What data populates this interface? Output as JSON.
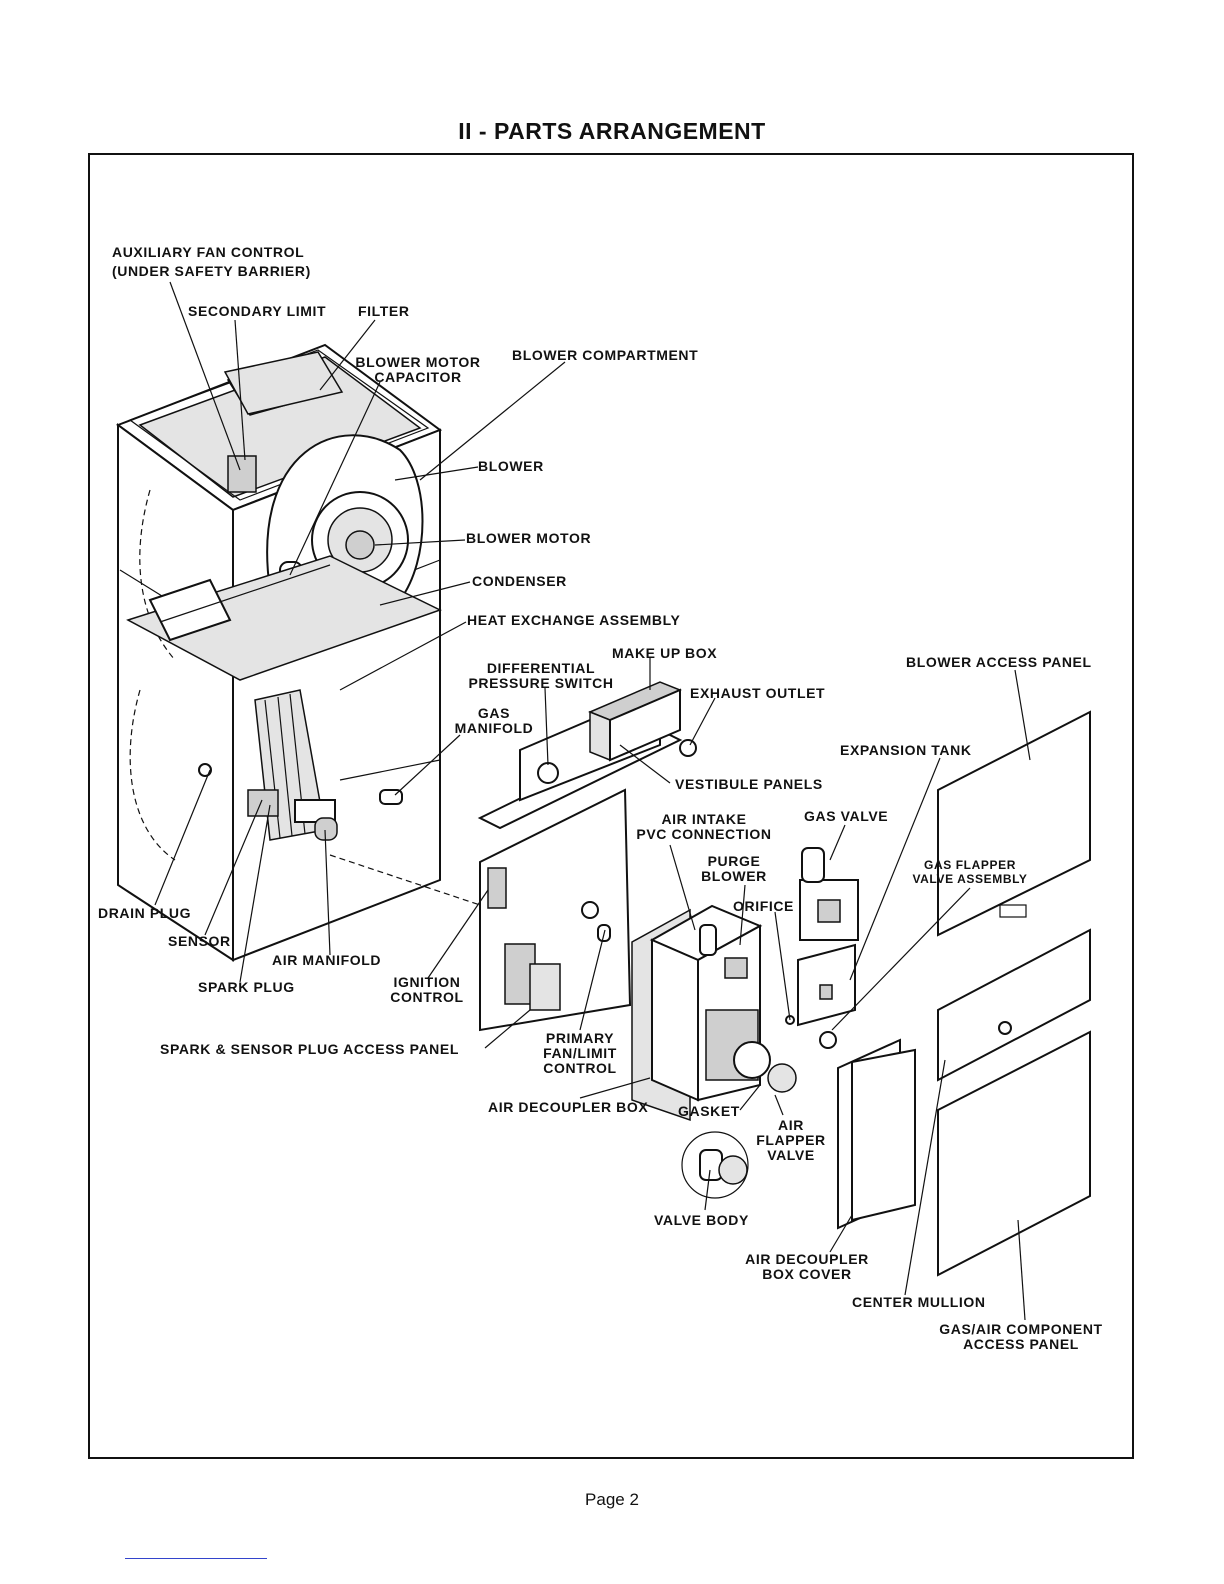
{
  "title": "II - PARTS ARRANGEMENT",
  "page_number": "Page 2",
  "labels": {
    "auxiliary_fan_control_1": "AUXILIARY FAN CONTROL",
    "auxiliary_fan_control_2": "(UNDER SAFETY BARRIER)",
    "secondary_limit": "SECONDARY LIMIT",
    "filter": "FILTER",
    "blower_motor_capacitor_1": "BLOWER MOTOR",
    "blower_motor_capacitor_2": "CAPACITOR",
    "blower_compartment": "BLOWER COMPARTMENT",
    "blower": "BLOWER",
    "blower_motor": "BLOWER MOTOR",
    "condenser": "CONDENSER",
    "heat_exchange_assembly": "HEAT EXCHANGE ASSEMBLY",
    "make_up_box": "MAKE UP BOX",
    "differential_pressure_switch_1": "DIFFERENTIAL",
    "differential_pressure_switch_2": "PRESSURE SWITCH",
    "blower_access_panel": "BLOWER ACCESS PANEL",
    "exhaust_outlet": "EXHAUST OUTLET",
    "gas_manifold_1": "GAS",
    "gas_manifold_2": "MANIFOLD",
    "expansion_tank": "EXPANSION TANK",
    "vestibule_panels": "VESTIBULE PANELS",
    "air_intake_1": "AIR INTAKE",
    "air_intake_2": "PVC CONNECTION",
    "gas_valve": "GAS VALVE",
    "purge_blower_1": "PURGE",
    "purge_blower_2": "BLOWER",
    "gas_flapper_1": "GAS FLAPPER",
    "gas_flapper_2": "VALVE ASSEMBLY",
    "orifice": "ORIFICE",
    "drain_plug": "DRAIN PLUG",
    "sensor": "SENSOR",
    "air_manifold": "AIR MANIFOLD",
    "spark_plug": "SPARK PLUG",
    "ignition_control_1": "IGNITION",
    "ignition_control_2": "CONTROL",
    "spark_sensor_panel": "SPARK & SENSOR PLUG ACCESS PANEL",
    "primary_limit_1": "PRIMARY",
    "primary_limit_2": "FAN/LIMIT",
    "primary_limit_3": "CONTROL",
    "air_decoupler_box": "AIR DECOUPLER BOX",
    "gasket": "GASKET",
    "air_flapper_1": "AIR",
    "air_flapper_2": "FLAPPER",
    "air_flapper_3": "VALVE",
    "valve_body": "VALVE BODY",
    "decoupler_cover_1": "AIR DECOUPLER",
    "decoupler_cover_2": "BOX COVER",
    "center_mullion": "CENTER MULLION",
    "gas_air_panel_1": "GAS/AIR COMPONENT",
    "gas_air_panel_2": "ACCESS PANEL"
  }
}
